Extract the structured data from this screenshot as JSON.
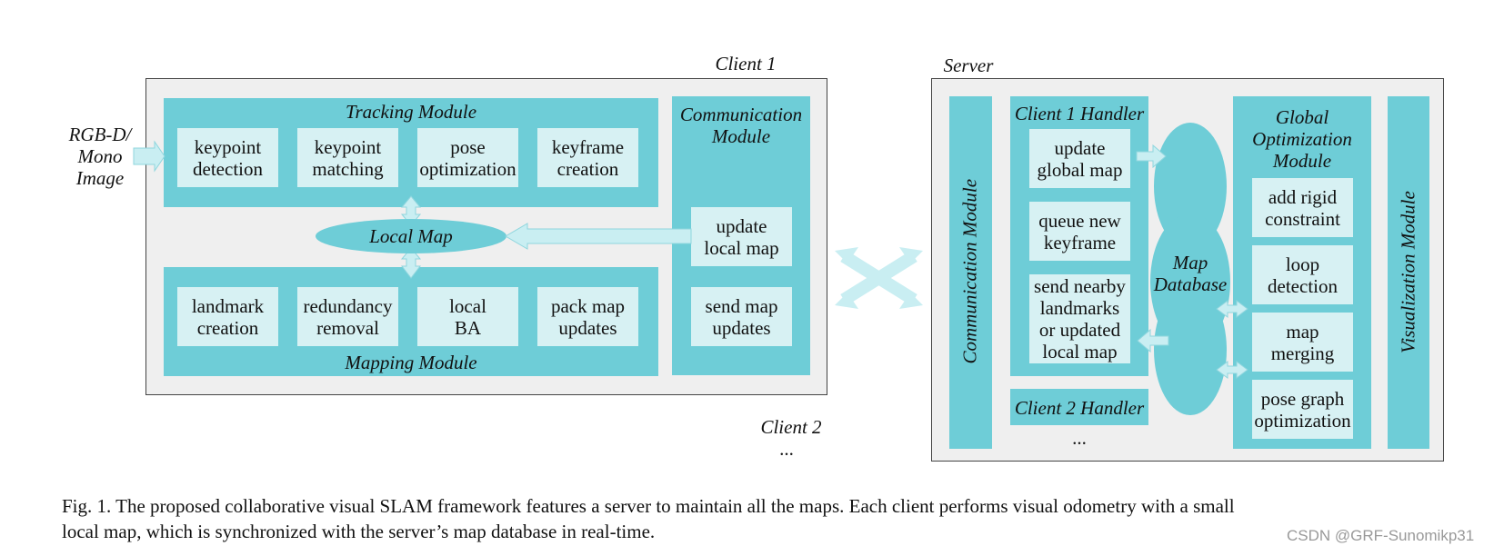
{
  "input_label": "RGB-D/\nMono\nImage",
  "client1": {
    "title": "Client 1",
    "tracking": {
      "title": "Tracking Module",
      "boxes": [
        "keypoint\ndetection",
        "keypoint\nmatching",
        "pose\noptimization",
        "keyframe\ncreation"
      ]
    },
    "local_map": "Local Map",
    "mapping": {
      "title": "Mapping Module",
      "boxes": [
        "landmark\ncreation",
        "redundancy\nremoval",
        "local\nBA",
        "pack map\nupdates"
      ]
    },
    "communication": {
      "title": "Communication\nModule",
      "boxes": [
        "update\nlocal map",
        "send map\nupdates"
      ]
    }
  },
  "client2": {
    "title": "Client 2",
    "ellipsis": "..."
  },
  "server": {
    "title": "Server",
    "communication_module": "Communication Module",
    "client1_handler": {
      "title": "Client 1 Handler",
      "boxes": [
        "update\nglobal map",
        "queue new\nkeyframe",
        "send nearby\nlandmarks\nor updated\nlocal map"
      ]
    },
    "client2_handler": {
      "title": "Client 2 Handler",
      "ellipsis": "..."
    },
    "map_database": "Map\nDatabase",
    "global_optimization": {
      "title": "Global\nOptimization\nModule",
      "boxes": [
        "add rigid\nconstraint",
        "loop\ndetection",
        "map\nmerging",
        "pose graph\noptimization"
      ]
    },
    "visualization_module": "Visualization Module"
  },
  "caption": {
    "line1": "Fig. 1.   The proposed collaborative visual SLAM framework features a server to maintain all the maps. Each client performs visual odometry with a small",
    "line2": "local map, which is synchronized with the server’s map database in real-time."
  },
  "watermark": "CSDN @GRF-Sunomikp31",
  "colors": {
    "module": "#6ecdd7",
    "inner_box": "#d7f1f3",
    "panel": "#efefef",
    "arrow": "#c9eef2"
  }
}
